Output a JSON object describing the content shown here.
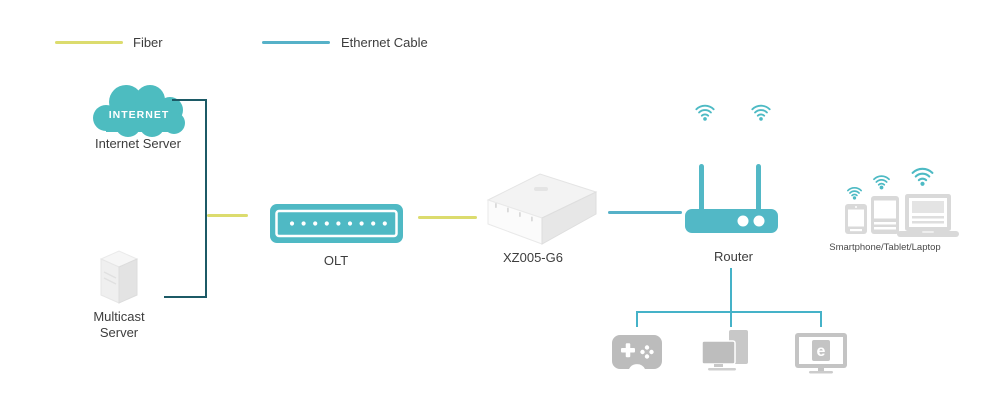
{
  "legend": {
    "fiber": {
      "label": "Fiber",
      "color": "#dcdc6e"
    },
    "ethernet": {
      "label": "Ethernet Cable",
      "color": "#56b1c8"
    }
  },
  "nodes": {
    "internet_server": {
      "badge": "INTERNET",
      "label": "Internet Server"
    },
    "multicast_server": {
      "label": "Multicast Server"
    },
    "olt": {
      "label": "OLT"
    },
    "ont": {
      "label": "XZ005-G6"
    },
    "router": {
      "label": "Router"
    },
    "wireless_clients": {
      "label": "Smartphone/Tablet/Laptop"
    },
    "wired_clients": {
      "items": [
        "game-console",
        "desktop-pc",
        "iptv"
      ]
    }
  },
  "icons": {
    "iptv_letter": "e",
    "names": [
      "internet-cloud-icon",
      "multicast-server-icon",
      "olt-icon",
      "ont-device-icon",
      "router-icon",
      "wifi-icon",
      "smartphone-icon",
      "tablet-icon",
      "laptop-icon",
      "game-console-icon",
      "desktop-pc-icon",
      "iptv-icon"
    ]
  },
  "colors": {
    "teal": "#4dbac4",
    "dark_teal": "#1c5a66",
    "fiber_yellow": "#dcdc6e",
    "ethernet_blue": "#56b1c8",
    "wired_line_blue": "#45b2c8",
    "icon_gray": "#c0c0c0",
    "client_gray": "#d9d9d9",
    "label_text": "#3d3d3d"
  },
  "connections": [
    {
      "from": "internet_server",
      "to": "olt",
      "type": "fiber"
    },
    {
      "from": "multicast_server",
      "to": "olt",
      "type": "fiber"
    },
    {
      "from": "olt",
      "to": "ont",
      "type": "fiber"
    },
    {
      "from": "ont",
      "to": "router",
      "type": "ethernet"
    },
    {
      "from": "router",
      "to": "wired_clients",
      "type": "ethernet"
    },
    {
      "from": "router",
      "to": "wireless_clients",
      "type": "wifi"
    }
  ]
}
